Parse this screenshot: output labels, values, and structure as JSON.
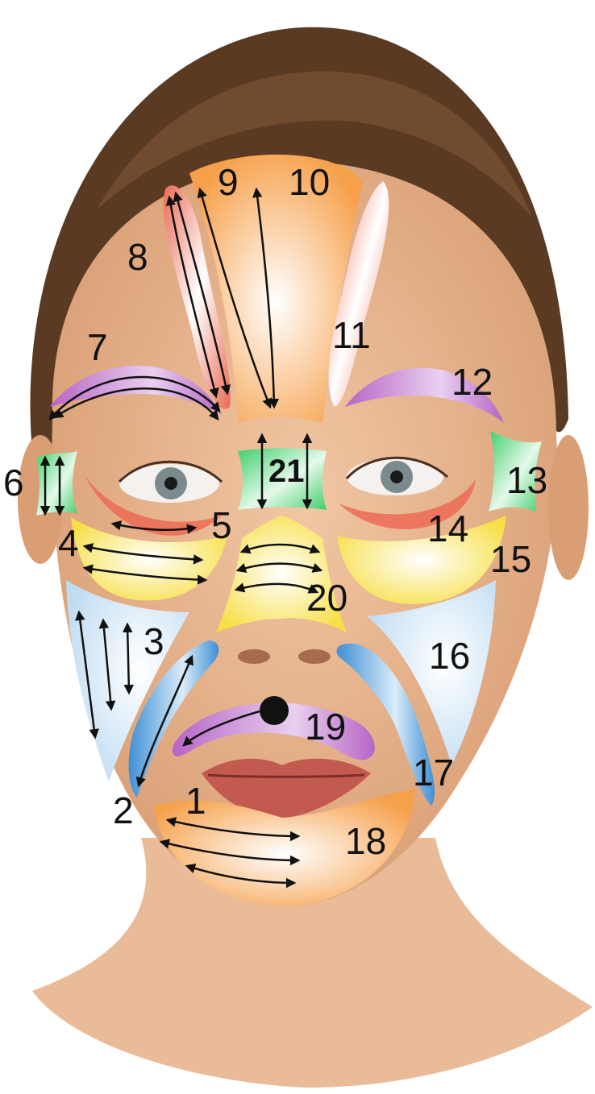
{
  "zones": [
    {
      "id": "1",
      "label": "1",
      "color": "#f6a04a"
    },
    {
      "id": "2",
      "label": "2",
      "color": "#3f8fd4"
    },
    {
      "id": "3",
      "label": "3",
      "color": "#bfdcf3"
    },
    {
      "id": "4",
      "label": "4",
      "color": "#f7df45"
    },
    {
      "id": "5",
      "label": "5",
      "color": "#ec6a55"
    },
    {
      "id": "6",
      "label": "6",
      "color": "#3fce6b"
    },
    {
      "id": "7",
      "label": "7",
      "color": "#b665c6"
    },
    {
      "id": "8",
      "label": "8",
      "color": "#ec6a55"
    },
    {
      "id": "9",
      "label": "9",
      "color": "#f6a04a"
    },
    {
      "id": "10",
      "label": "10",
      "color": "#f6a04a"
    },
    {
      "id": "11",
      "label": "11",
      "color": "#ec6a55"
    },
    {
      "id": "12",
      "label": "12",
      "color": "#b665c6"
    },
    {
      "id": "13",
      "label": "13",
      "color": "#3fce6b"
    },
    {
      "id": "14",
      "label": "14",
      "color": "#ec6a55"
    },
    {
      "id": "15",
      "label": "15",
      "color": "#f7df45"
    },
    {
      "id": "16",
      "label": "16",
      "color": "#bfdcf3"
    },
    {
      "id": "17",
      "label": "17",
      "color": "#3f8fd4"
    },
    {
      "id": "18",
      "label": "18",
      "color": "#f6a04a"
    },
    {
      "id": "19",
      "label": "19",
      "color": "#b665c6"
    },
    {
      "id": "20",
      "label": "20",
      "color": "#f7df45"
    },
    {
      "id": "21",
      "label": "21",
      "color": "#3fce6b"
    }
  ],
  "colors": {
    "skin": "#e7b48f",
    "skin_shadow": "#d8996f",
    "hair": "#5a3a22",
    "lips": "#c35a4f",
    "eye_iris": "#7b8a8c",
    "arrow": "#111111"
  }
}
